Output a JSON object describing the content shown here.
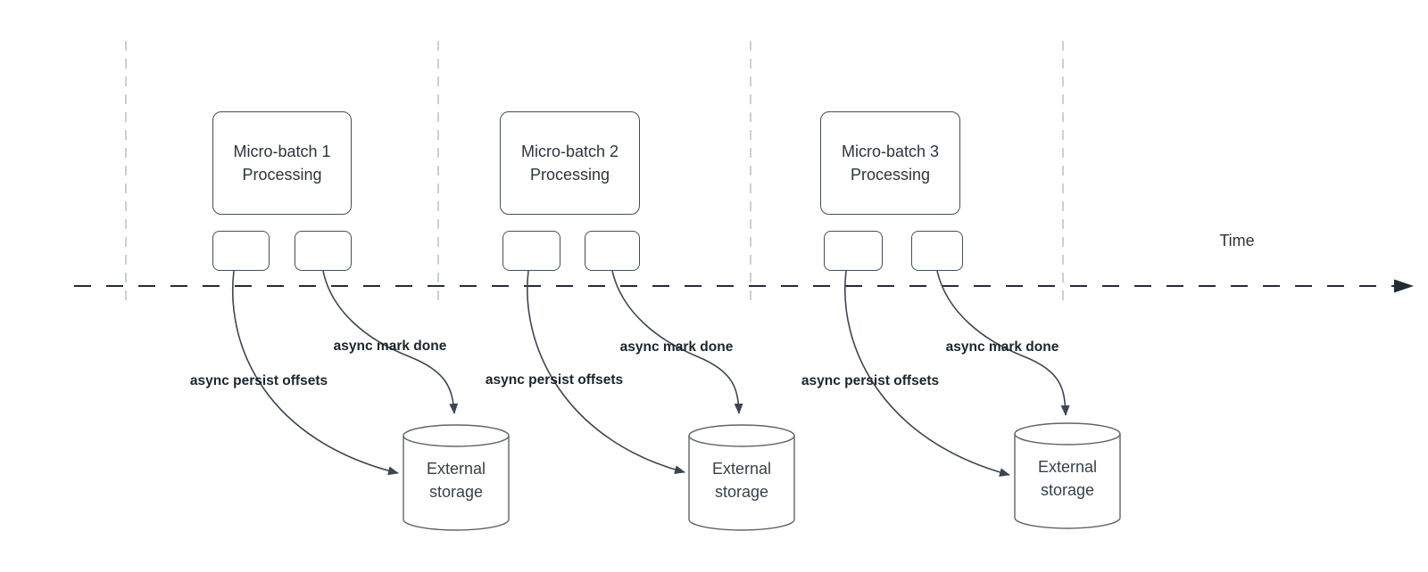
{
  "colors": {
    "edge_stroke": "#3f4550",
    "node_stroke": "#474e57",
    "cylinder_stroke": "#5f6469",
    "guide_gray": "#b7bbc0",
    "timeline_black": "#262b33"
  },
  "time_axis": {
    "label": "Time"
  },
  "groups": [
    {
      "batch_line1": "Micro-batch 1",
      "batch_line2": "Processing",
      "persist_label": "async persist offsets",
      "done_label": "async mark done",
      "storage_line1": "External",
      "storage_line2": "storage"
    },
    {
      "batch_line1": "Micro-batch 2",
      "batch_line2": "Processing",
      "persist_label": "async persist offsets",
      "done_label": "async mark done",
      "storage_line1": "External",
      "storage_line2": "storage"
    },
    {
      "batch_line1": "Micro-batch 3",
      "batch_line2": "Processing",
      "persist_label": "async persist offsets",
      "done_label": "async mark done",
      "storage_line1": "External",
      "storage_line2": "storage"
    }
  ]
}
